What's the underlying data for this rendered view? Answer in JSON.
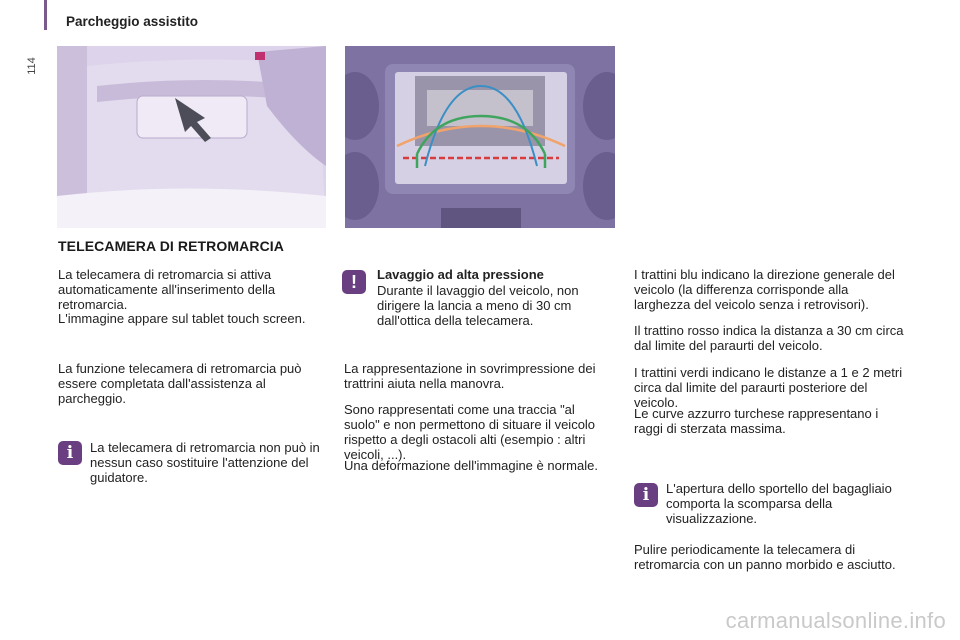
{
  "header": {
    "title": "Parcheggio assistito",
    "page_number": "114"
  },
  "section": {
    "title": "TELECAMERA DI RETROMARCIA"
  },
  "col1": {
    "p1": "La telecamera di retromarcia si attiva automaticamente all'inserimento della retromarcia.",
    "p2": "L'immagine appare sul tablet touch screen.",
    "p3": "La funzione telecamera di retromarcia può essere completata dall'assistenza al parcheggio.",
    "info": "La telecamera di retromarcia non può in nessun caso sostituire l'attenzione del guidatore."
  },
  "col2": {
    "warn_title": "Lavaggio ad alta pressione",
    "warn_text": "Durante il lavaggio del veicolo, non dirigere la lancia a meno di 30 cm dall'ottica della telecamera.",
    "p1": "La rappresentazione in sovrimpressione dei trattrini aiuta nella manovra.",
    "p2": "Sono rappresentati come una traccia \"al suolo\" e non permettono di situare il veicolo rispetto a degli ostacoli alti (esempio : altri veicoli, ...).",
    "p3": "Una deformazione dell'immagine è normale."
  },
  "col3": {
    "p1": "I trattini blu indicano la direzione generale del veicolo (la differenza corrisponde alla larghezza del veicolo senza i retrovisori).",
    "p2": "Il trattino rosso indica la distanza a 30 cm circa dal limite del paraurti del veicolo.",
    "p3": "I trattini verdi indicano le distanze a 1 e 2 metri circa dal limite del paraurti posteriore del veicolo.",
    "p4": "Le curve azzurro turchese rappresentano i raggi di sterzata massima.",
    "info": "L'apertura dello sportello del bagagliaio comporta la scomparsa della visualizzazione.",
    "p5": "Pulire periodicamente la telecamera di retromarcia con un panno morbido e asciutto."
  },
  "footer": {
    "watermark": "carmanualsonline.info"
  },
  "colors": {
    "accent": "#6a3f82",
    "illustration_bg": "#d8cfe6"
  }
}
